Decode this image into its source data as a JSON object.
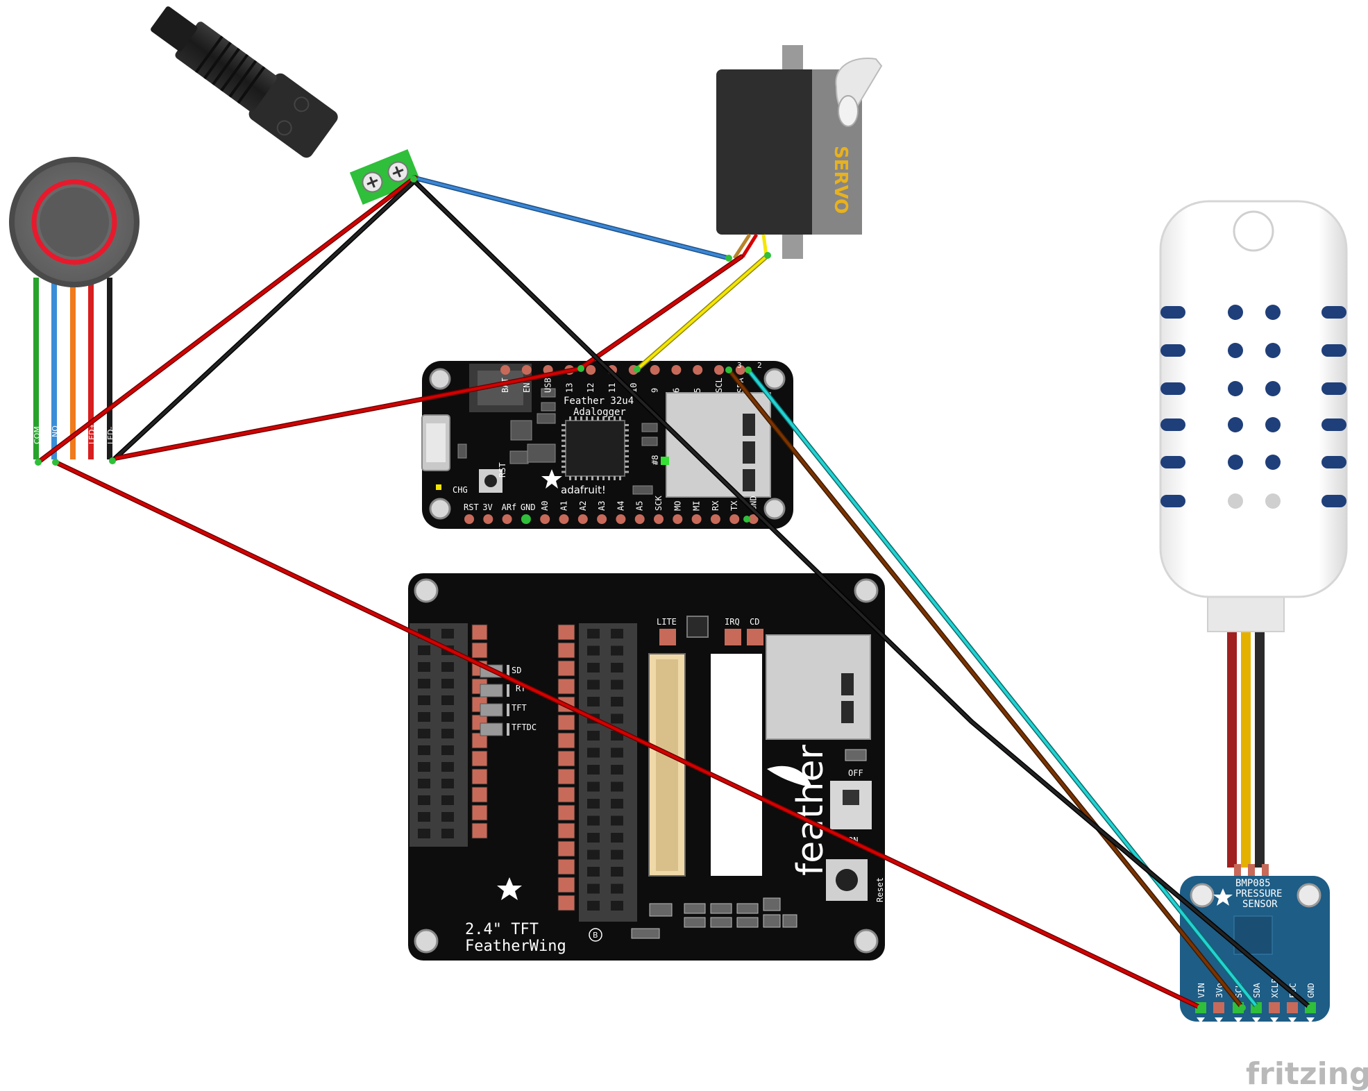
{
  "watermark": "fritzing",
  "servo": {
    "label": "SERVO"
  },
  "button": {
    "pin_labels": [
      "COM",
      "NO",
      "LED+",
      "LED-"
    ]
  },
  "feather": {
    "title": "Feather 32u4",
    "subtitle": "Adalogger",
    "brand": "adafruit!",
    "top_labels": [
      "BAT",
      "EN",
      "USB",
      "13",
      "12",
      "11",
      "10",
      "9",
      "6",
      "5",
      "SCL",
      "SDA"
    ],
    "top_pin_numbers": [
      "3",
      "2"
    ],
    "bottom_labels": [
      "RST",
      "3V",
      "ARf",
      "GND",
      "A0",
      "A1",
      "A2",
      "A3",
      "A4",
      "A5",
      "SCK",
      "MO",
      "MI",
      "RX",
      "TX",
      "GND"
    ],
    "misc": {
      "rst": "RST",
      "chg": "CHG",
      "pin8": "#8"
    }
  },
  "featherwing": {
    "title_line1": "2.4\" TFT",
    "title_line2": "FeatherWing",
    "logo": "feather",
    "jumpers": [
      "SD",
      "RT",
      "TFT",
      "TFTDC"
    ],
    "top_labels": [
      "LITE",
      "IRQ",
      "CD"
    ],
    "switch_off": "OFF",
    "switch_on": "ON",
    "reset": "Reset",
    "rev": "B"
  },
  "bmp": {
    "title": [
      "BMP085",
      "PRESSURE",
      "SENSOR"
    ],
    "pins": [
      "VIN",
      "3Vo",
      "SCL",
      "SDA",
      "XCLR",
      "EOC",
      "GND"
    ]
  },
  "colors": {
    "wire_red": "#d40000",
    "wire_black": "#111111",
    "wire_blue": "#3b86d6",
    "wire_yellow": "#f5e600",
    "wire_brown": "#7a3300",
    "wire_cyan": "#22d3d3",
    "pcb_black": "#0d0d0d",
    "pcb_blue": "#1d5d86",
    "pad_copper": "#c86a5a"
  }
}
